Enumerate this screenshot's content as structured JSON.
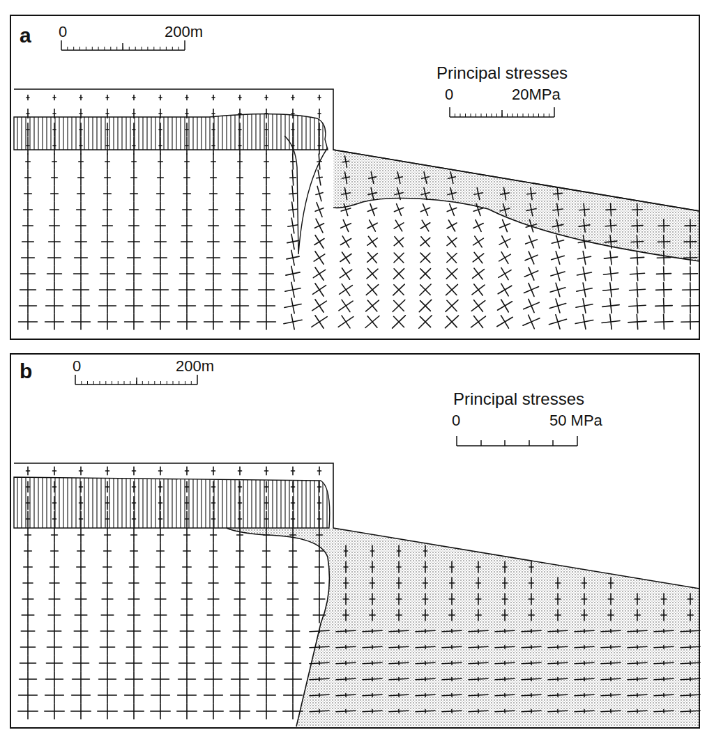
{
  "diagram": {
    "labels": [
      "a",
      "0",
      "200m",
      "Principal stresses",
      "0",
      "20MPa",
      "b",
      "0",
      "200m",
      "Principal stresses",
      "0",
      "50 MPa"
    ]
  }
}
